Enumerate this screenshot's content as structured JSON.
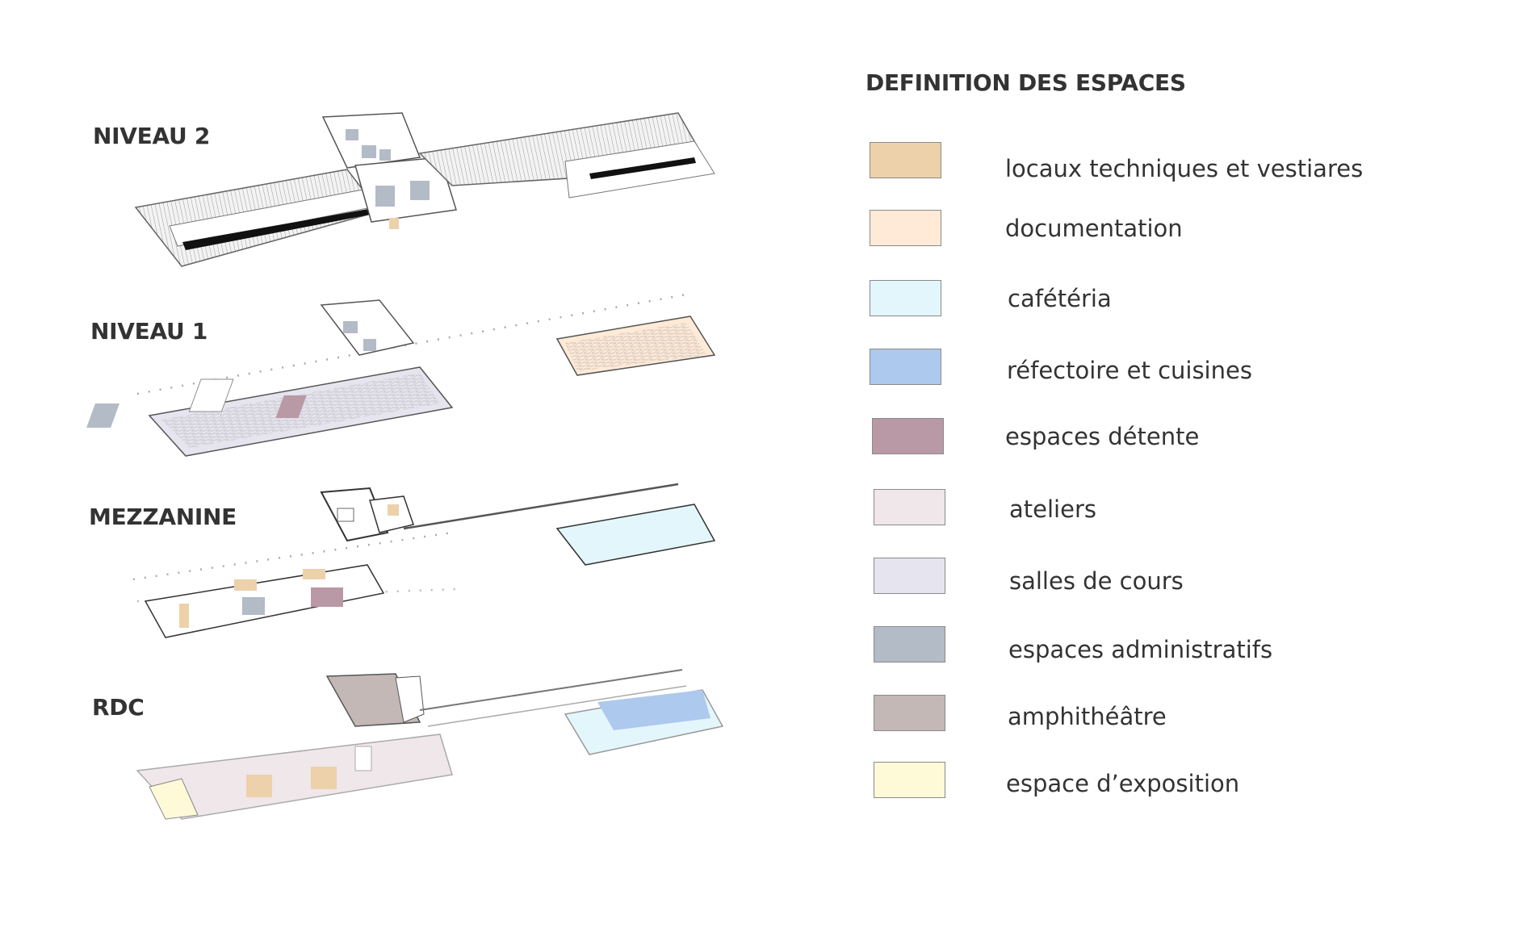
{
  "levels": [
    {
      "id": "niveau2",
      "label": "NIVEAU 2"
    },
    {
      "id": "niveau1",
      "label": "NIVEAU 1"
    },
    {
      "id": "mezzanine",
      "label": "MEZZANINE"
    },
    {
      "id": "rdc",
      "label": "RDC"
    }
  ],
  "legend": {
    "title": "DEFINITION DES ESPACES",
    "items": [
      {
        "label": "locaux techniques et vestiares",
        "color": "#ecd1ab"
      },
      {
        "label": "documentation",
        "color": "#feead7"
      },
      {
        "label": "cafétéria",
        "color": "#e3f6fb"
      },
      {
        "label": "réfectoire et cuisines",
        "color": "#aec9ee"
      },
      {
        "label": "espaces détente",
        "color": "#b999a5"
      },
      {
        "label": "ateliers",
        "color": "#f0e7ea"
      },
      {
        "label": "salles de cours",
        "color": "#e6e4ee"
      },
      {
        "label": "espaces administratifs",
        "color": "#b3bbc7"
      },
      {
        "label": "amphithéâtre",
        "color": "#c3b8b6"
      },
      {
        "label": "espace d’exposition",
        "color": "#fefad8"
      }
    ]
  }
}
